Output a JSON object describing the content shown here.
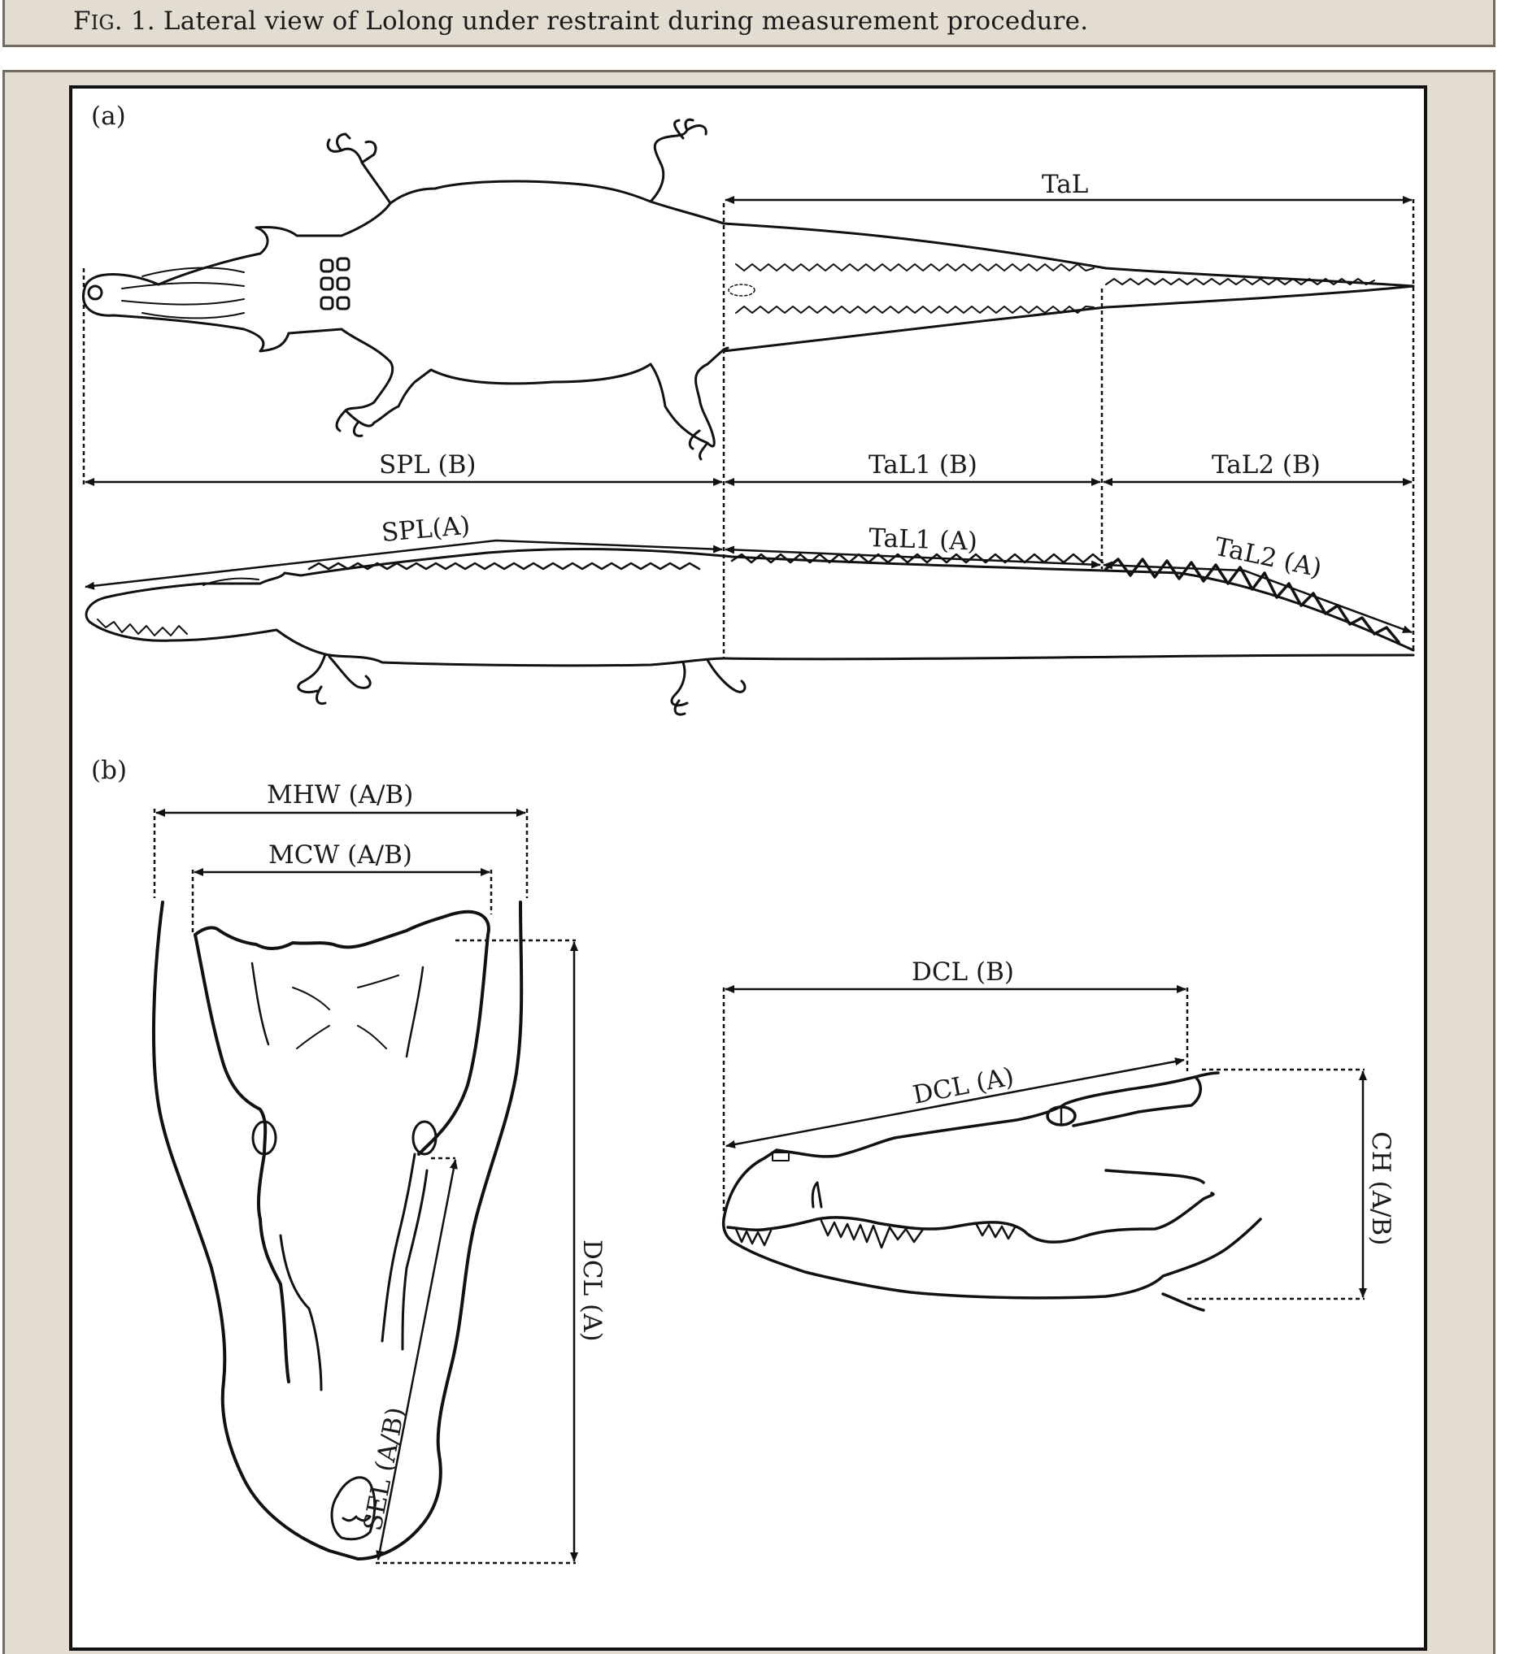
{
  "caption": {
    "prefix_big": "F",
    "prefix_small": "IG",
    "text": ". 1. Lateral view of Lolong under restraint during measurement procedure."
  },
  "panels": {
    "a": "(a)",
    "b": "(b)"
  },
  "labels": {
    "tal": "TaL",
    "spl_b": "SPL (B)",
    "tal1_b": "TaL1 (B)",
    "tal2_b": "TaL2 (B)",
    "spl_a": "SPL(A)",
    "tal1_a": "TaL1 (A)",
    "tal2_a": "TaL2 (A)",
    "mhw": "MHW (A/B)",
    "mcw": "MCW (A/B)",
    "dcl_a_vertical": "DCL (A)",
    "sel": "SEL (A/B)",
    "dcl_b": "DCL (B)",
    "dcl_a": "DCL (A)",
    "ch": "CH (A/B)"
  },
  "colors": {
    "panel_bg": "#e3ddd1",
    "panel_border": "#746c63",
    "ink": "#111111"
  }
}
